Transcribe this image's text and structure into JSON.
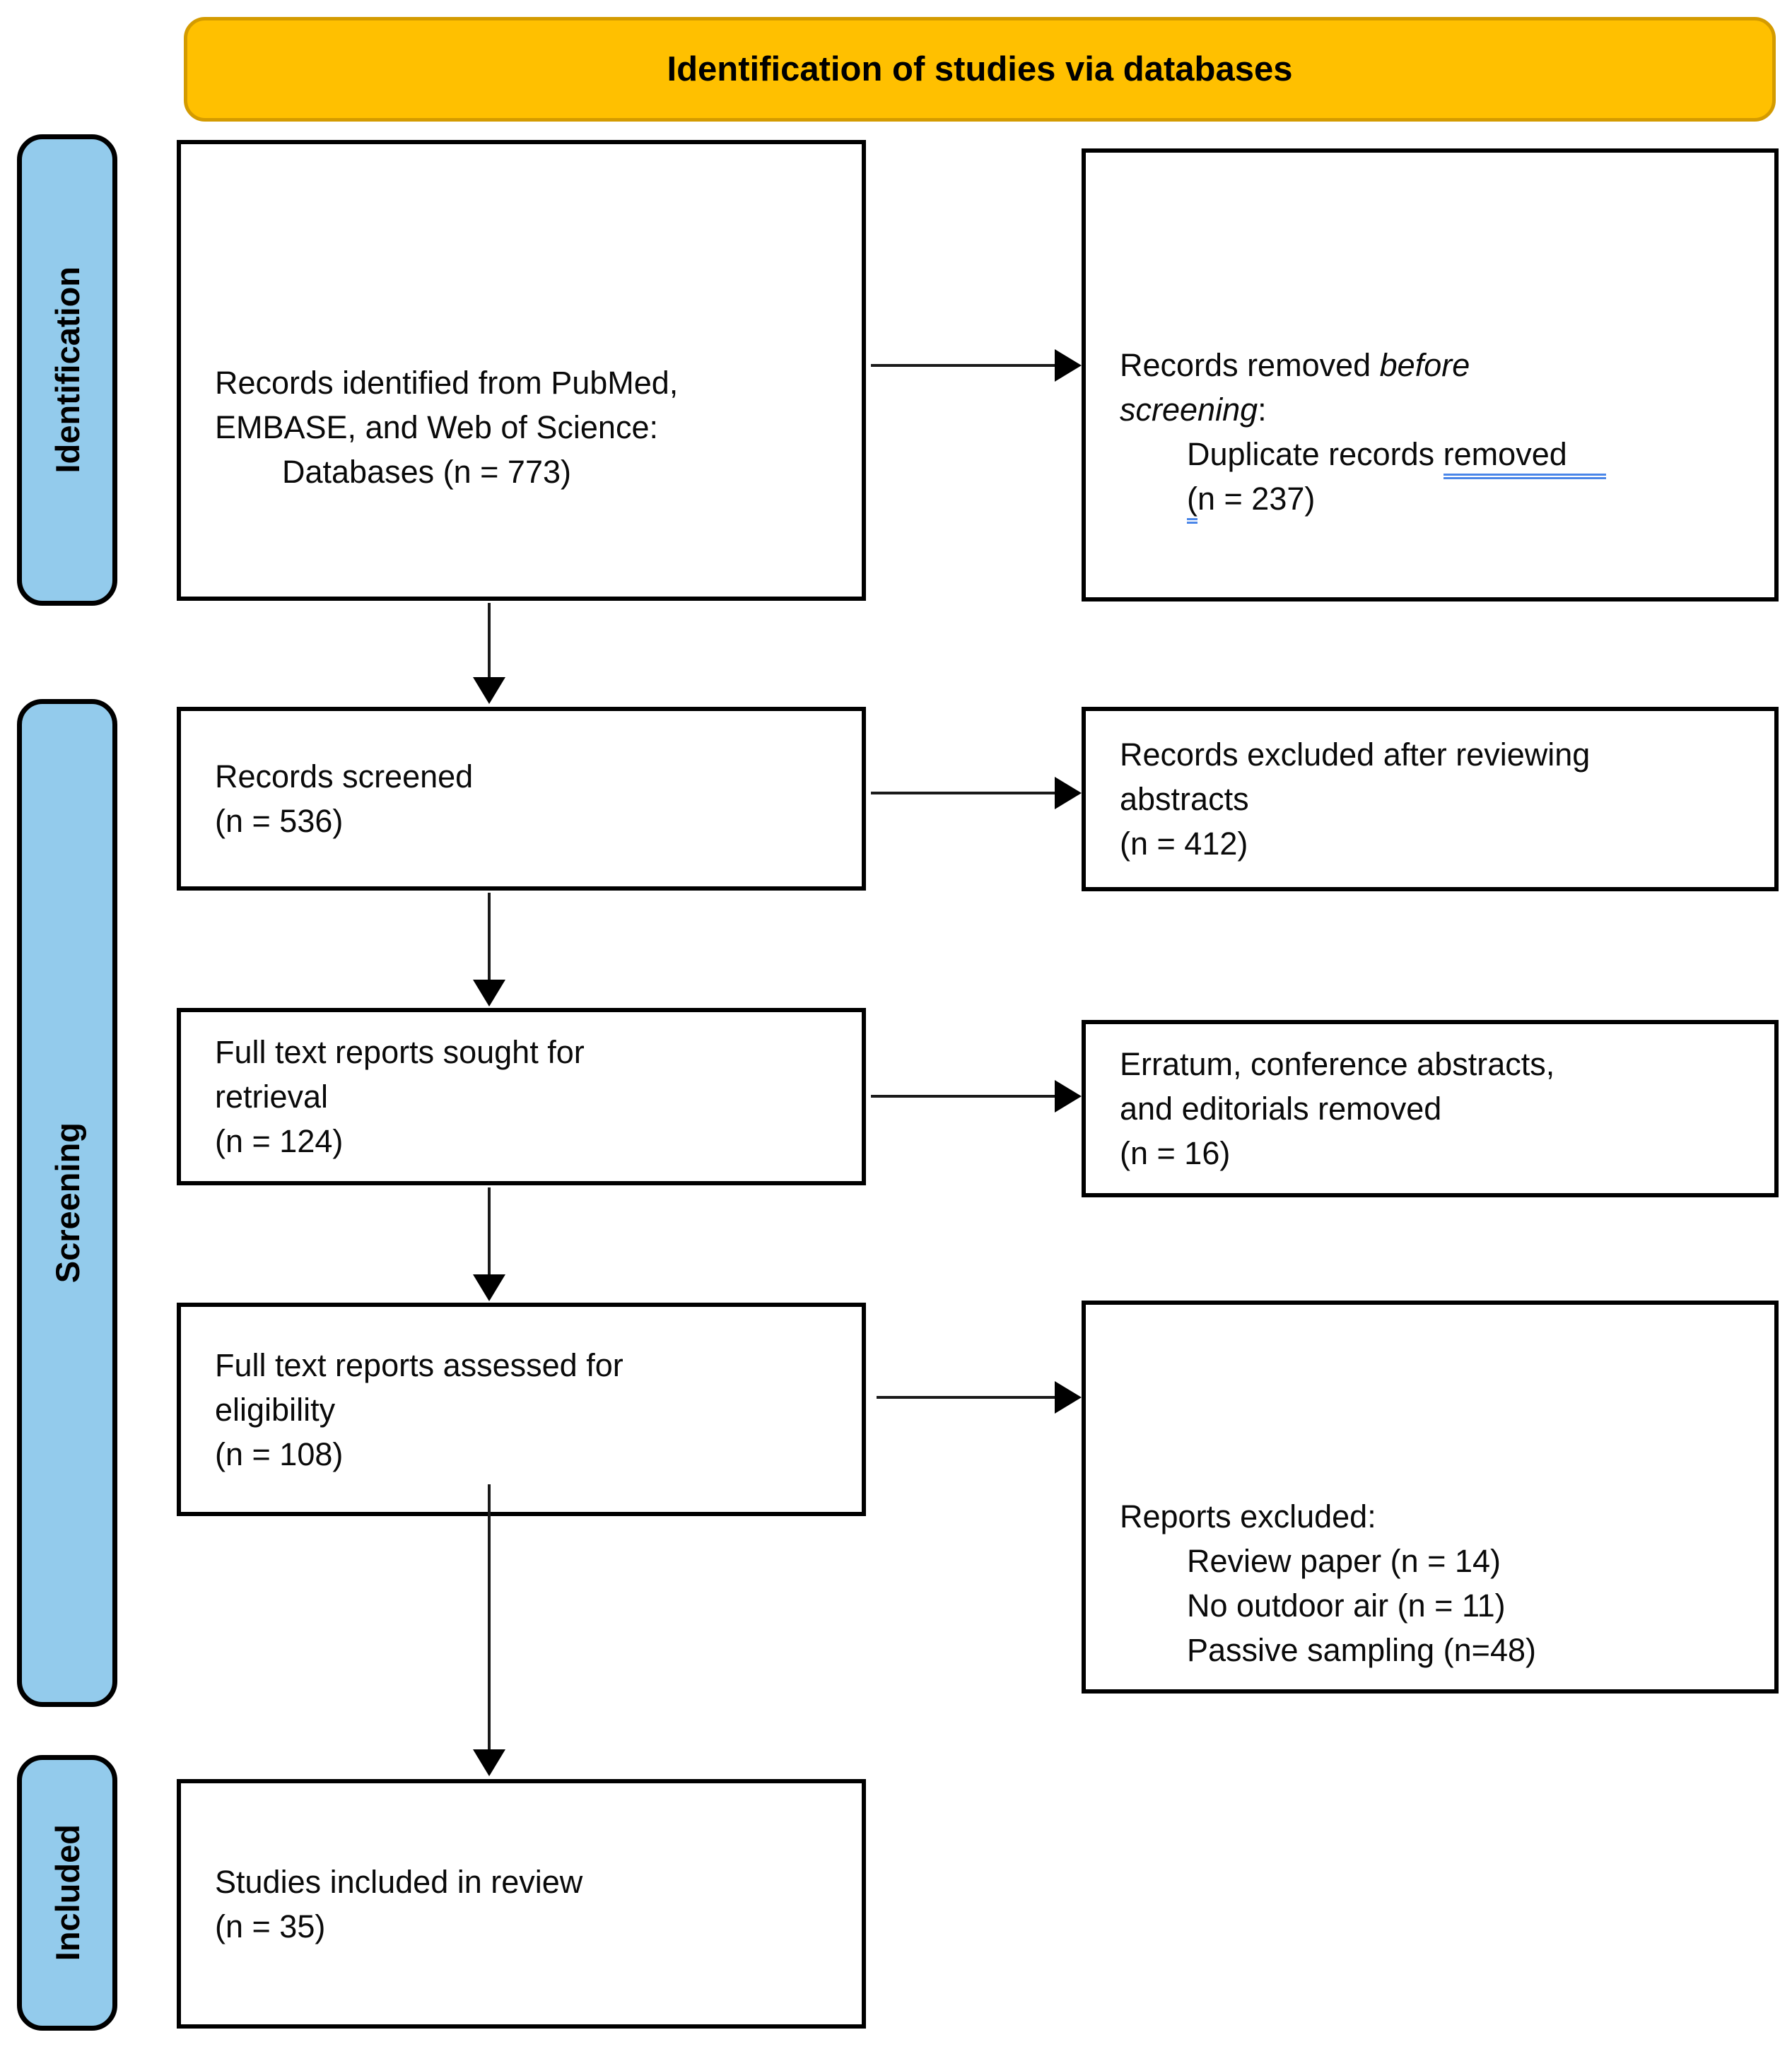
{
  "banner": {
    "title": "Identification of studies via databases"
  },
  "stages": [
    {
      "label": "Identification"
    },
    {
      "label": "Screening"
    },
    {
      "label": "Included"
    }
  ],
  "boxes": {
    "identified": {
      "line1": "Records identified from PubMed,",
      "line2": "EMBASE, and Web of Science:",
      "line3": "Databases (n = 773)"
    },
    "removed_before_screening": {
      "line1_normal": "Records removed ",
      "line1_italic": "before",
      "line2_italic": "screening",
      "line2_normal": ":",
      "line3_normal": "Duplicate records ",
      "line3_underlined": "removed",
      "line4_underlined": "(",
      "line4_normal": "n = 237)"
    },
    "screened": {
      "line1": "Records screened",
      "line2": "(n = 536)"
    },
    "excluded_abstracts": {
      "line1": "Records excluded after reviewing",
      "line2": "abstracts",
      "line3": "(n = 412)"
    },
    "sought": {
      "line1": "Full text reports sought for",
      "line2": "retrieval",
      "line3": "(n = 124)"
    },
    "erratum": {
      "line1": "Erratum, conference abstracts,",
      "line2": "and editorials removed",
      "line3": "(n = 16)"
    },
    "assessed": {
      "line1": "Full text reports assessed for",
      "line2": "eligibility",
      "line3": "(n = 108)"
    },
    "reports_excluded": {
      "header": "Reports excluded:",
      "item1": "Review paper (n = 14)",
      "item2": "No outdoor air (n = 11)",
      "item3": "Passive sampling (n=48)"
    },
    "included_review": {
      "line1": "Studies included in review",
      "line2": "(n = 35)"
    }
  },
  "colors": {
    "banner-fill": "#FFC000",
    "banner-border": "#D49B00",
    "stage-fill": "#93CBEC",
    "diagram-border": "#000000",
    "grammar-underline": "#4A86E8"
  }
}
